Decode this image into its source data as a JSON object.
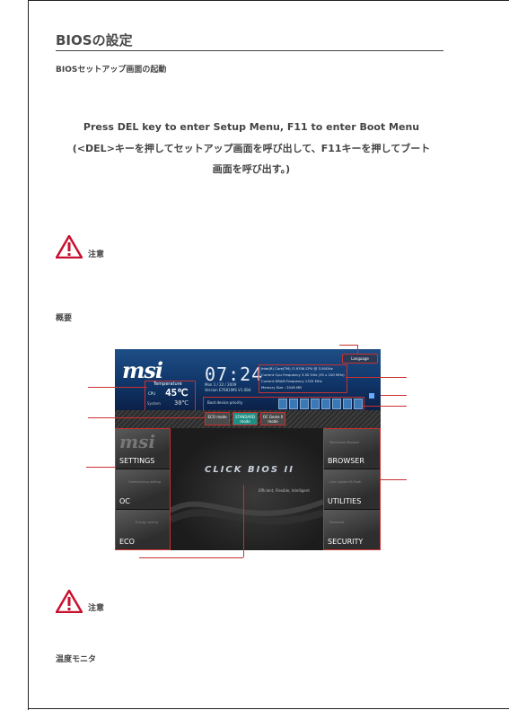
{
  "title": "BIOSの設定",
  "subtitle1": "BIOSセットアップ画面の起動",
  "instruction_line1": "Press DEL key to enter Setup Menu, F11 to enter Boot Menu",
  "instruction_line2": "(<DEL>キーを押してセットアップ画面を呼び出して、F11キーを押してブート",
  "instruction_line3": "画面を呼び出す。)",
  "warning1": "注意",
  "overview": "概要",
  "warning2": "注意",
  "subtitle_temp": "温度モニタ",
  "screen": {
    "logo": "msi",
    "temperature_title": "Temperature",
    "cpu_label": "CPU",
    "cpu_temp": "45℃",
    "system_label": "System",
    "system_temp": "30℃",
    "clock": "07:24",
    "date": "Mon 1 / 22 / 2009",
    "version": "Version E7681IMS V1.0B4",
    "info": [
      "Intel(R) Core(TM) i7-970K CPU @ 3.50GHz",
      "Current Cpu Frequency 3.50 GHz (35 x 100 MHz)",
      "Current DRAM Frequency 1333 MHz",
      "Memory Size : 2048 MB"
    ],
    "language_button": "Language",
    "boot_label": "Boot device priority",
    "modes": [
      {
        "label": "ECO mode"
      },
      {
        "label": "STANDARD mode"
      },
      {
        "label": "OC Genie II mode"
      }
    ],
    "left_tiles": [
      "SETTINGS",
      "OC",
      "ECO"
    ],
    "left_hints": [
      "Overclocking setting",
      "Energy saving"
    ],
    "right_tiles": [
      "BROWSER",
      "UTILITIES",
      "SECURITY"
    ],
    "right_hints": [
      "Mainboard Browser",
      "Live Update M-Flash",
      "Password"
    ],
    "click_bios": "CLICK BIOS II",
    "slogan": "Efficient, Flexible, Intelligent"
  },
  "colors": {
    "callout": "#c93030",
    "title_text": "#4a4a4a"
  }
}
